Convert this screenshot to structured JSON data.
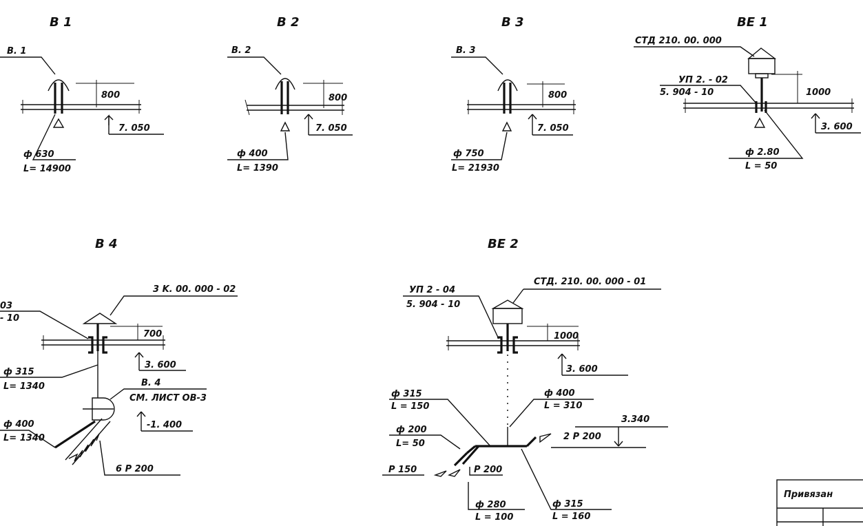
{
  "titles": {
    "v1": "B 1",
    "v2": "B 2",
    "v3": "B 3",
    "ve1": "BE 1",
    "v4": "B 4",
    "ve2": "BE 2"
  },
  "v1": {
    "tag": "B. 1",
    "height": "800",
    "mark": "7. 050",
    "dia": "ф 630",
    "len": "L= 14900"
  },
  "v2": {
    "tag": "B. 2",
    "height": "800",
    "mark": "7. 050",
    "dia": "ф 400",
    "len": "L= 1390"
  },
  "v3": {
    "tag": "B. 3",
    "height": "800",
    "mark": "7. 050",
    "dia": "ф 750",
    "len": "L= 21930"
  },
  "ve1": {
    "unit": "СТД 210. 00. 000",
    "part1": "УП 2. - 02",
    "part2": "5. 904 - 10",
    "height": "1000",
    "mark": "3. 600",
    "dia": "ф 2.80",
    "len": "L = 50"
  },
  "v4": {
    "unit": "3 K. 00. 000 - 02",
    "part1": "03",
    "part2": "- 10",
    "height": "700",
    "mark": "3. 600",
    "dia1": "ф 315",
    "len1": "L= 1340",
    "tag": "B. 4",
    "ref": "CM. ЛИСТ ОВ-3",
    "mark2": "-1. 400",
    "dia2": "ф 400",
    "len2": "L= 1340",
    "grille": "6 P 200"
  },
  "ve2": {
    "unit": "СТД. 210. 00. 000 - 01",
    "part1": "УП 2 - 04",
    "part2": "5. 904 - 10",
    "height": "1000",
    "mark": "3. 600",
    "dia1": "ф 315",
    "len1": "L = 150",
    "dia2": "ф 400",
    "len2": "L = 310",
    "dia3": "ф 200",
    "len3": "L= 50",
    "mark2": "3.340",
    "grille1": "2 P 200",
    "grille2": "P 150",
    "grille3": "P 200",
    "dia4": "ф 280",
    "len4": "L = 100",
    "dia5": "ф 315",
    "len5": "L = 160"
  },
  "stamp": {
    "label": "Привязан"
  }
}
